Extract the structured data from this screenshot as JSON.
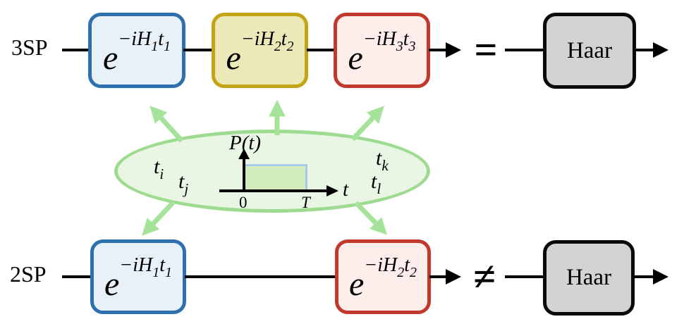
{
  "figure": {
    "rows": [
      {
        "label": "3SP",
        "relation": "=",
        "gates": [
          {
            "base": "e",
            "exp": "−iH",
            "exp_sub": "1",
            "tvar": "t",
            "tsub": "1"
          },
          {
            "base": "e",
            "exp": "−iH",
            "exp_sub": "2",
            "tvar": "t",
            "tsub": "2"
          },
          {
            "base": "e",
            "exp": "−iH",
            "exp_sub": "3",
            "tvar": "t",
            "tsub": "3"
          }
        ],
        "haar": "Haar"
      },
      {
        "label": "2SP",
        "relation": "≠",
        "gates": [
          {
            "base": "e",
            "exp": "−iH",
            "exp_sub": "1",
            "tvar": "t",
            "tsub": "1"
          },
          {
            "base": "e",
            "exp": "−iH",
            "exp_sub": "2",
            "tvar": "t",
            "tsub": "2"
          }
        ],
        "haar": "Haar"
      }
    ],
    "distribution": {
      "times": [
        {
          "base": "t",
          "sub": "i"
        },
        {
          "base": "t",
          "sub": "j"
        },
        {
          "base": "t",
          "sub": "k"
        },
        {
          "base": "t",
          "sub": "l"
        }
      ],
      "plot": {
        "ylabel": "P(t)",
        "xlabel": "t",
        "x_ticks": [
          "0",
          "T"
        ],
        "shape": "uniform pulse from 0 to T"
      }
    },
    "colors": {
      "gate_blue_border": "#2e6fad",
      "gate_blue_fill": "#e9f1f8",
      "gate_yellow_border": "#c3a414",
      "gate_yellow_fill": "#ece9b8",
      "gate_red_border": "#c0392c",
      "gate_red_fill": "#fdeeec",
      "haar_fill": "#d4d3d1",
      "green_accent": "#a5e29a",
      "ellipse_border": "#9ddb90",
      "ellipse_fill": "#e9f6e3",
      "pulse_fill": "#d2ecbb",
      "pulse_edge": "#a9c9ec",
      "wire_color": "#000000"
    }
  }
}
